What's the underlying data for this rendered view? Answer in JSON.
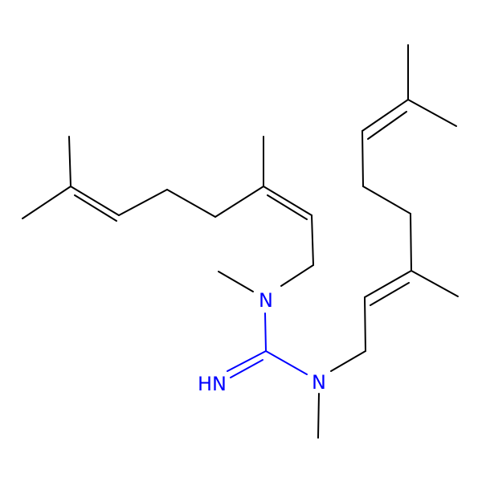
{
  "molecule": {
    "atoms": {
      "n1": {
        "label": "N"
      },
      "n2": {
        "label": "N"
      },
      "n3": {
        "label": "HN"
      }
    },
    "colors": {
      "bond": "#000000",
      "heteroatom": "#0000ff",
      "background": "#ffffff"
    }
  }
}
